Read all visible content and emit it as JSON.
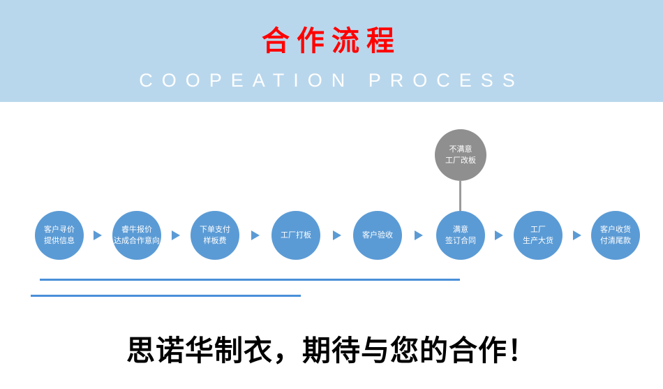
{
  "banner": {
    "title": "合作流程",
    "subtitle": "COOPEATION PROCESS",
    "bg_color": "#b9d7ec",
    "title_color": "#ff0000",
    "subtitle_color": "#ffffff"
  },
  "flow": {
    "circle_color": "#5b9bd5",
    "alt_circle_color": "#8f8f8f",
    "steps": [
      {
        "line1": "客户寻价",
        "line2": "提供信息"
      },
      {
        "line1": "睿牛报价",
        "line2": "达成合作意向"
      },
      {
        "line1": "下单支付",
        "line2": "样板费"
      },
      {
        "line1": "工厂打板",
        "line2": ""
      },
      {
        "line1": "客户验收",
        "line2": ""
      },
      {
        "line1": "满意",
        "line2": "签订合同"
      },
      {
        "line1": "工厂",
        "line2": "生产大货"
      },
      {
        "line1": "客户收货",
        "line2": "付清尾款"
      }
    ],
    "alt_step": {
      "line1": "不满意",
      "line2": "工厂改板"
    }
  },
  "footer": {
    "slogan": "思诺华制衣，期待与您的合作！"
  }
}
